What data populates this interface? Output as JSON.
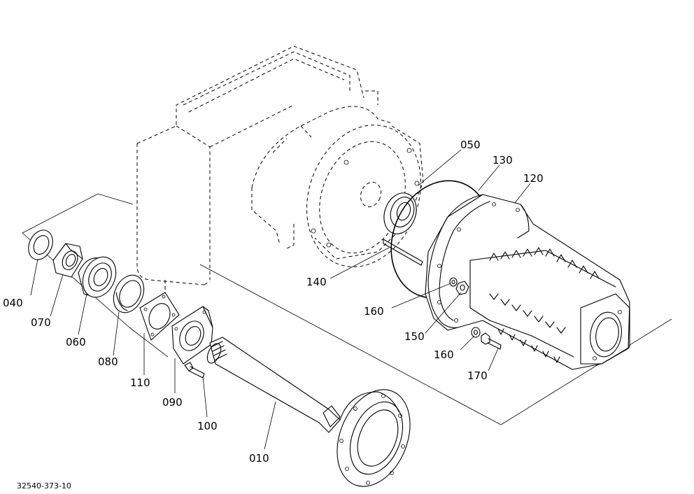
{
  "drawing_code": "32540-373-10",
  "parts": [
    {
      "id": "p010",
      "label": "010"
    },
    {
      "id": "p040",
      "label": "040"
    },
    {
      "id": "p050",
      "label": "050"
    },
    {
      "id": "p060",
      "label": "060"
    },
    {
      "id": "p070",
      "label": "070"
    },
    {
      "id": "p080",
      "label": "080"
    },
    {
      "id": "p090",
      "label": "090"
    },
    {
      "id": "p100",
      "label": "100"
    },
    {
      "id": "p110",
      "label": "110"
    },
    {
      "id": "p120",
      "label": "120"
    },
    {
      "id": "p130",
      "label": "130"
    },
    {
      "id": "p140",
      "label": "140"
    },
    {
      "id": "p150",
      "label": "150"
    },
    {
      "id": "p160a",
      "label": "160"
    },
    {
      "id": "p160b",
      "label": "160"
    },
    {
      "id": "p170",
      "label": "170"
    }
  ]
}
